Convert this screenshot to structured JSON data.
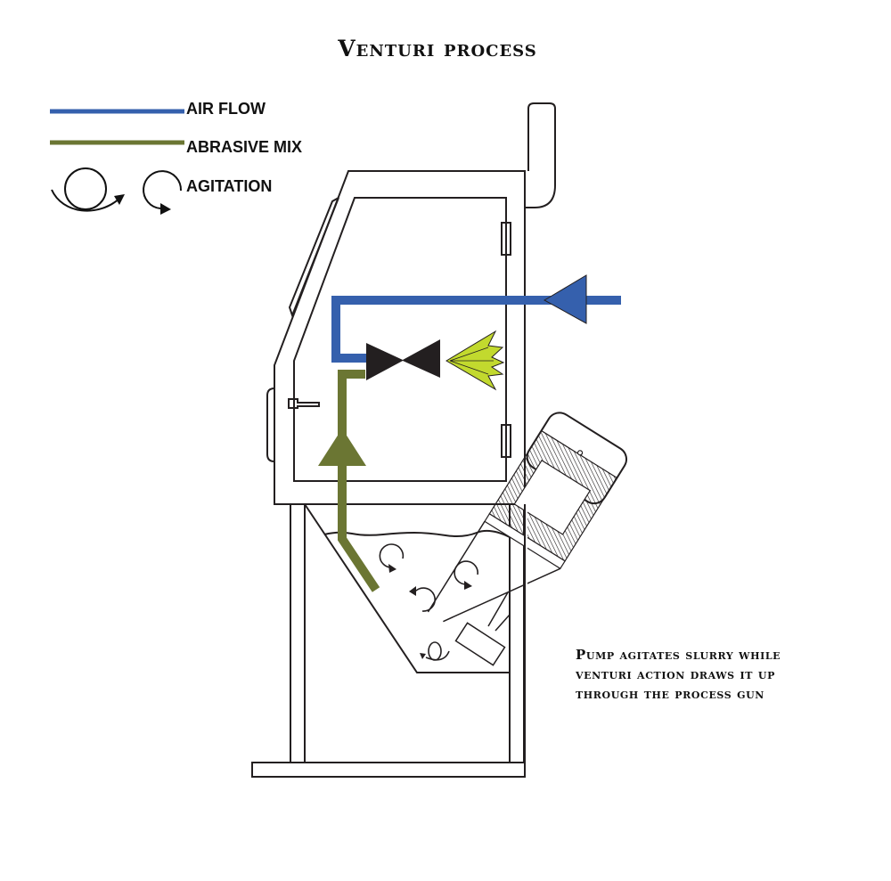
{
  "title": "Venturi process",
  "legend": {
    "air_flow": {
      "label": "AIR FLOW",
      "color": "#3560ad"
    },
    "abrasive_mix": {
      "label": "ABRASIVE MIX",
      "color": "#6b7633"
    },
    "agitation": {
      "label": "AGITATION",
      "icons": [
        "loop-arrow-icon",
        "circular-arrow-icon"
      ]
    }
  },
  "caption": {
    "lines": [
      "Pump agitates slurry while",
      "venturi action draws it up",
      "through the process gun"
    ]
  },
  "colors": {
    "outline": "#231f20",
    "nozzle": "#231f20",
    "spray": "#c2d92e"
  }
}
